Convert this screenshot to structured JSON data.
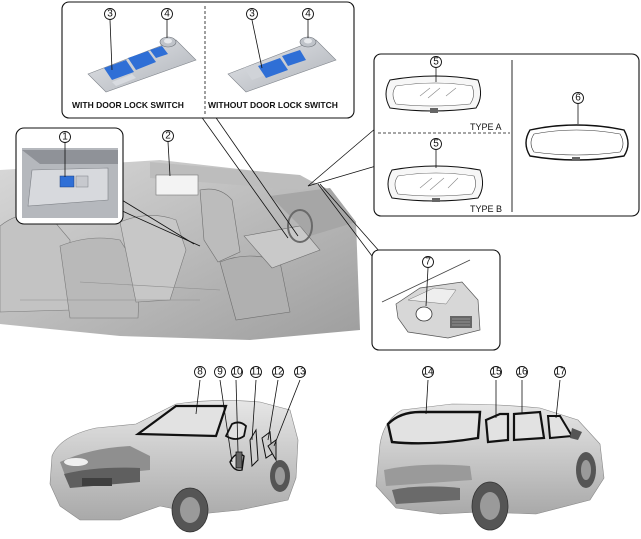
{
  "figure": {
    "labels": {
      "with_door_lock_switch": "WITH DOOR LOCK SWITCH",
      "without_door_lock_switch": "WITHOUT DOOR LOCK SWITCH",
      "type_a": "TYPE A",
      "type_b": "TYPE B"
    },
    "callouts": [
      "1",
      "2",
      "3",
      "3",
      "4",
      "4",
      "5",
      "5",
      "6",
      "7",
      "8",
      "9",
      "10",
      "11",
      "12",
      "13",
      "14",
      "15",
      "16",
      "17"
    ]
  },
  "colors": {
    "switch_blue": "#2f6fd6",
    "panel_gray": "#c9ccd2",
    "body_gray": "#cfcfcf",
    "glass_outline": "#111111"
  }
}
